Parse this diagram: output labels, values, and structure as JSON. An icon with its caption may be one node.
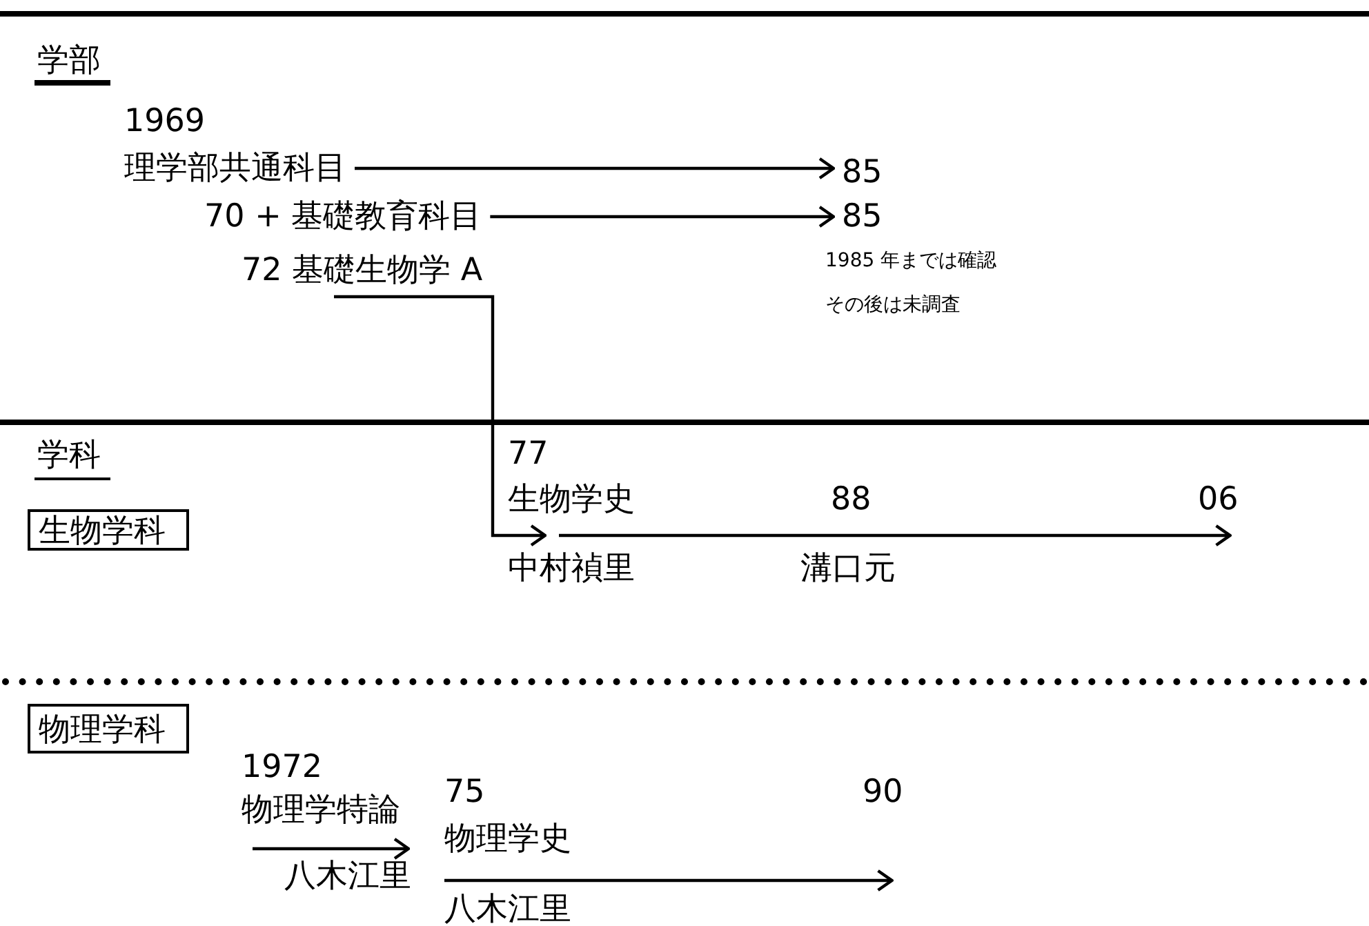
{
  "diagram": {
    "nodes": [
      {
        "text": [
          "理学部共通科目"
        ],
        "beside": [
          "1969"
        ]
      },
      {
        "text": [
          "85"
        ]
      },
      {
        "text": [
          "70 + 基礎教育科目"
        ]
      },
      {
        "text": [
          "85"
        ]
      },
      {
        "text": [
          "72 基礎生物学 A"
        ]
      },
      {
        "text": [
          "生物学科"
        ]
      },
      {
        "text": [
          "生物学史"
        ],
        "beside": [
          "77",
          "中村禎里"
        ]
      },
      {
        "text": [
          "06"
        ]
      },
      {
        "text": [
          "物理学科"
        ]
      },
      {
        "text": [
          "物理学特論"
        ],
        "beside": [
          "1972",
          "八木江里"
        ]
      },
      {
        "text": [
          "物理学史"
        ],
        "beside": [
          "75",
          "八木江里"
        ]
      },
      {
        "text": [
          "90"
        ]
      }
    ],
    "edges": [
      {
        "from": 0,
        "to": 1,
        "arrow": "to"
      },
      {
        "from": 2,
        "to": 3,
        "arrow": "to"
      },
      {
        "from": 4,
        "to": 6,
        "arrow": "to"
      },
      {
        "from": 6,
        "to": 7,
        "arrow": "to"
      },
      {
        "from": 9,
        "to": 10,
        "arrow": "to"
      },
      {
        "from": 10,
        "to": 11,
        "arrow": "to"
      }
    ],
    "labels": [
      "学部",
      "1985 年までは確認",
      "その後は未調査",
      "学科",
      "88",
      "溝口元"
    ]
  }
}
